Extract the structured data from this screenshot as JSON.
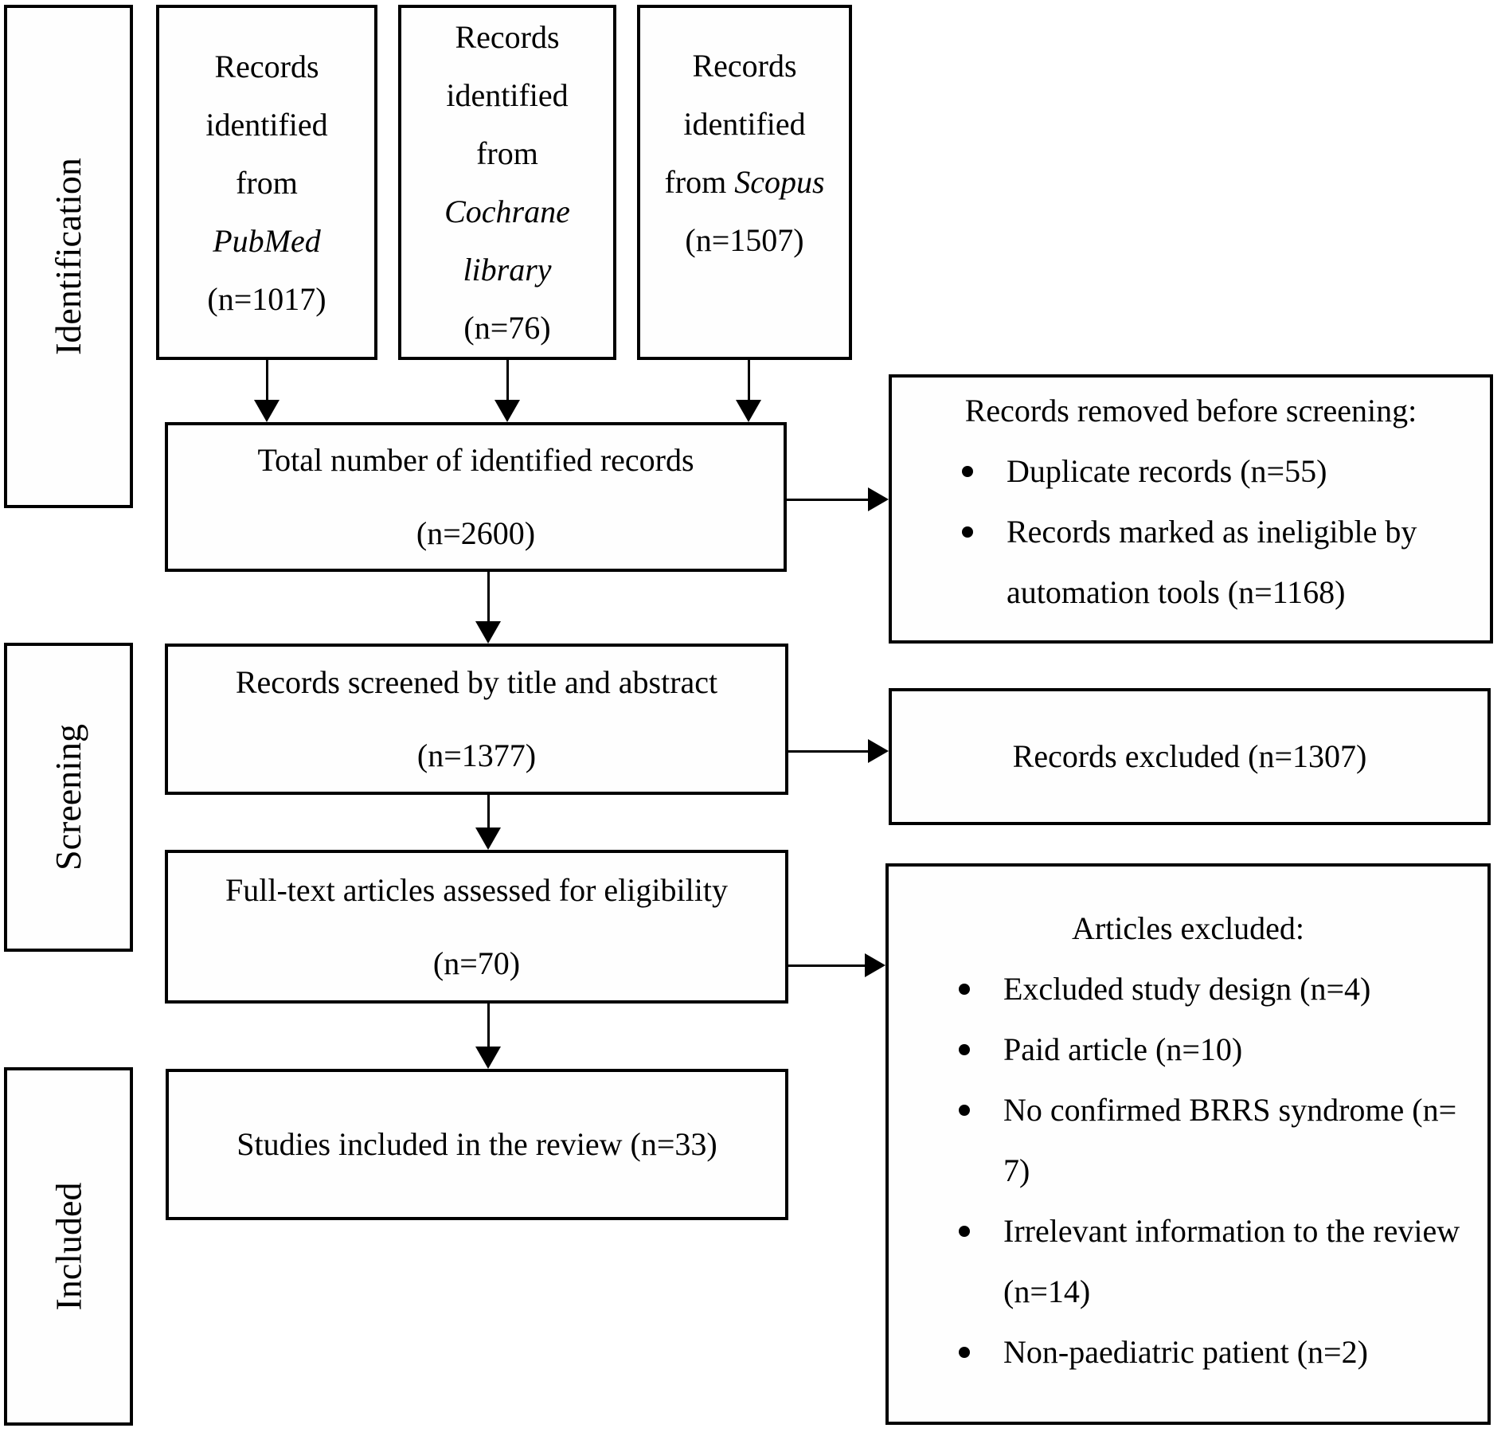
{
  "colors": {
    "background": "#ffffff",
    "line": "#000000",
    "text": "#000000"
  },
  "sidebar": {
    "items": [
      {
        "label": "Identification"
      },
      {
        "label": "Screening"
      },
      {
        "label": "Included"
      }
    ]
  },
  "sources": [
    {
      "name": "pubmed",
      "lines": [
        [
          {
            "t": "Records"
          }
        ],
        [
          {
            "t": "identified"
          }
        ],
        [
          {
            "t": "from"
          }
        ],
        [
          {
            "t": "PubMed",
            "i": true
          }
        ],
        [
          {
            "t": "(n=1017)"
          }
        ]
      ]
    },
    {
      "name": "cochrane",
      "lines": [
        [
          {
            "t": "Records"
          }
        ],
        [
          {
            "t": "identified"
          }
        ],
        [
          {
            "t": "from"
          }
        ],
        [
          {
            "t": "Cochrane",
            "i": true
          }
        ],
        [
          {
            "t": "library",
            "i": true
          }
        ],
        [
          {
            "t": "(n=76)"
          }
        ]
      ]
    },
    {
      "name": "scopus",
      "lines": [
        [
          {
            "t": "Records"
          }
        ],
        [
          {
            "t": "identified"
          }
        ],
        [
          {
            "t": "from "
          },
          {
            "t": "Scopus",
            "i": true
          }
        ],
        [
          {
            "t": "(n=1507)"
          }
        ]
      ]
    }
  ],
  "flow": {
    "total": {
      "lines": [
        "Total number of identified records",
        "(n=2600)"
      ]
    },
    "screened": {
      "lines": [
        "Records screened by title and abstract",
        "(n=1377)"
      ]
    },
    "fulltext": {
      "lines": [
        "Full-text articles assessed for eligibility",
        "(n=70)"
      ]
    },
    "studies": {
      "lines": [
        "Studies included in the review (n=33)"
      ]
    }
  },
  "exclusions": {
    "removed": {
      "heading": "Records removed before screening:",
      "bullets": [
        "Duplicate records (n=55)",
        "Records marked as ineligible by automation tools (n=1168)"
      ]
    },
    "excluded": {
      "lines": [
        "Records excluded (n=1307)"
      ]
    },
    "articles": {
      "heading": "Articles excluded:",
      "bullets": [
        "Excluded study design (n=4)",
        "Paid article (n=10)",
        "No confirmed BRRS syndrome (n= 7)",
        "Irrelevant information to the review (n=14)",
        "Non-paediatric patient (n=2)"
      ]
    }
  }
}
